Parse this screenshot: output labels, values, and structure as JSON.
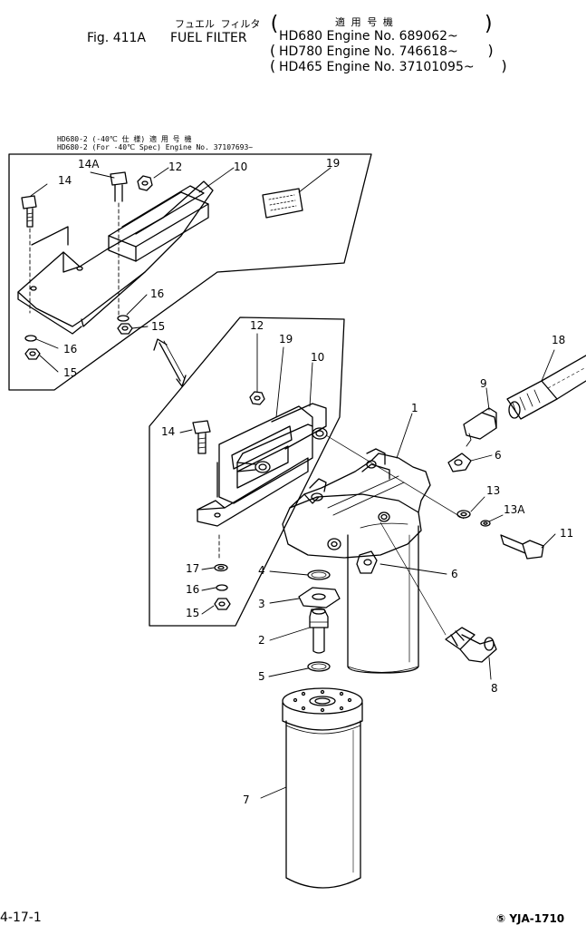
{
  "header": {
    "title_jp": "フュエル フィルタ",
    "fig": "Fig. 411A",
    "title": "FUEL FILTER",
    "applic_jp": "適 用 号 機",
    "applicability": [
      "HD680 Engine No. 689062~",
      "HD780 Engine No. 746618~",
      "HD465 Engine No. 37101095~"
    ]
  },
  "inset": {
    "note_line1": "HD680-2  (-40℃ 仕 様)   適 用 号 機",
    "note_line2": "HD680-2 (For -40℃ Spec) Engine No. 37107693~"
  },
  "callouts": {
    "c14a": "14A",
    "c12a": "12",
    "c10a": "10",
    "c19a": "19",
    "c14b": "14",
    "c16a": "16",
    "c15a": "15",
    "c16b": "16",
    "c15b": "15",
    "c12b": "12",
    "c19b": "19",
    "c10b": "10",
    "c14c": "14",
    "c17": "17",
    "c16c": "16",
    "c15c": "15",
    "c1": "1",
    "c9": "9",
    "c18": "18",
    "c6a": "6",
    "c13": "13",
    "c13a": "13A",
    "c11": "11",
    "c4": "4",
    "c3": "3",
    "c2": "2",
    "c5": "5",
    "c6b": "6",
    "c8": "8",
    "c7": "7"
  },
  "footer": {
    "page_no": "4-17-1",
    "ref_no": "⑤ YJA-1710"
  }
}
